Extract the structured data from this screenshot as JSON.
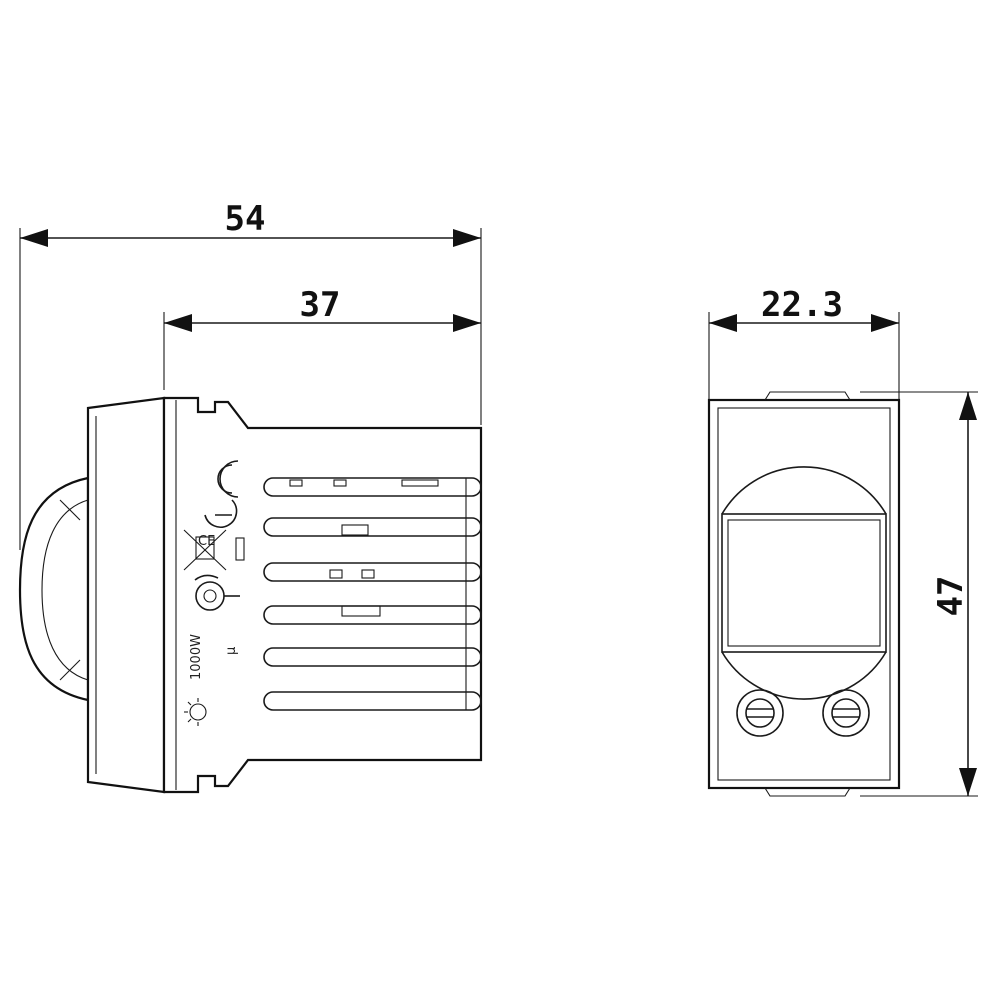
{
  "dimensions": {
    "overall_depth": "54",
    "body_depth": "37",
    "width": "22.3",
    "height": "47"
  },
  "markings": {
    "power_rating": "1000W",
    "ce_mark": "CE",
    "symbol_mu": "μ"
  },
  "icons": [
    "ce-mark-icon",
    "weee-bin-icon",
    "approval-mark-icon",
    "lamp-icon"
  ],
  "line_color": "#1a1a1a"
}
